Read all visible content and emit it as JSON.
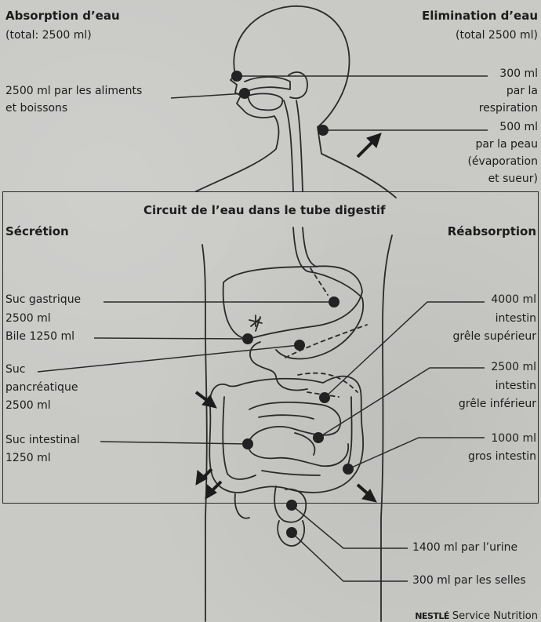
{
  "top_left": {
    "title": "Absorption d’eau",
    "subtitle": "(total: 2500 ml)",
    "food_line1": "2500 ml par les aliments",
    "food_line2": "et boissons"
  },
  "top_right": {
    "title": "Elimination d’eau",
    "subtitle": "(total 2500 ml)",
    "resp_line1": "300 ml",
    "resp_line2": "par la",
    "resp_line3": "respiration",
    "skin_line1": "500 ml",
    "skin_line2": "par la peau",
    "skin_line3": "(évaporation",
    "skin_line4": "et sueur)"
  },
  "box": {
    "title": "Circuit de l’eau dans le tube digestif",
    "left_heading": "Sécrétion",
    "right_heading": "Réabsorption",
    "secretion": {
      "gastric_line1": "Suc gastrique",
      "gastric_line2": "2500 ml",
      "bile": "Bile 1250 ml",
      "panc_line1": "Suc",
      "panc_line2": "pancréatique",
      "panc_line3": "2500 ml",
      "intestinal_line1": "Suc intestinal",
      "intestinal_line2": "1250 ml"
    },
    "reabsorption": {
      "upper_line1": "4000 ml",
      "upper_line2": "intestin",
      "upper_line3": "grêle supérieur",
      "lower_line1": "2500 ml",
      "lower_line2": "intestin",
      "lower_line3": "grêle inférieur",
      "colon_line1": "1000 ml",
      "colon_line2": "gros intestin"
    }
  },
  "bottom": {
    "urine": "1400 ml par l’urine",
    "stool": "300 ml par les selles"
  },
  "footer": {
    "brand": "NESTLÉ",
    "label": "Service Nutrition"
  }
}
